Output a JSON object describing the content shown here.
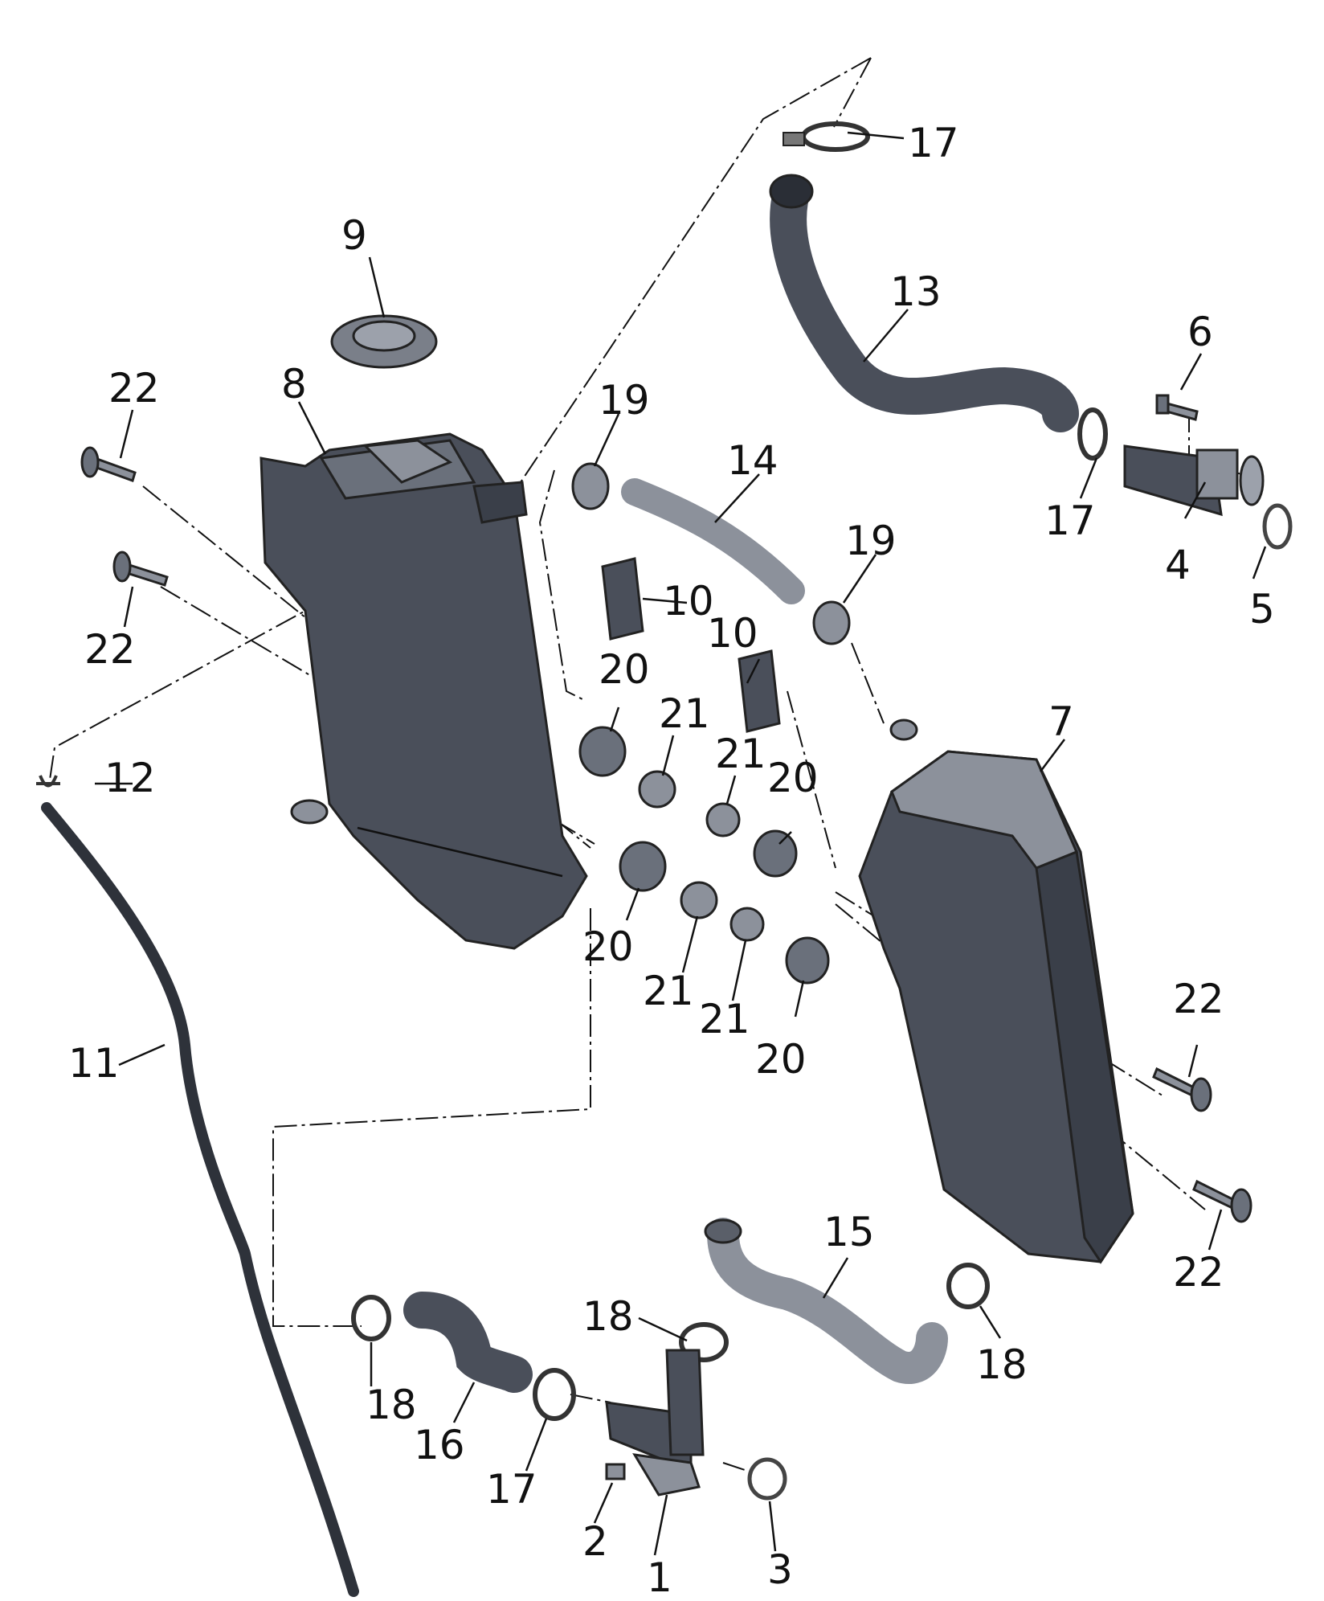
{
  "background_color": "#ffffff",
  "part_color": "#4a4f5a",
  "part_light": "#8c919b",
  "callouts": [
    {
      "id": "c17a",
      "text": "17"
    },
    {
      "id": "c9",
      "text": "9"
    },
    {
      "id": "c13",
      "text": "13"
    },
    {
      "id": "c6",
      "text": "6"
    },
    {
      "id": "c22a",
      "text": "22"
    },
    {
      "id": "c8",
      "text": "8"
    },
    {
      "id": "c19a",
      "text": "19"
    },
    {
      "id": "c14",
      "text": "14"
    },
    {
      "id": "c17b",
      "text": "17"
    },
    {
      "id": "c4",
      "text": "4"
    },
    {
      "id": "c5",
      "text": "5"
    },
    {
      "id": "c19b",
      "text": "19"
    },
    {
      "id": "c10a",
      "text": "10"
    },
    {
      "id": "c10b",
      "text": "10"
    },
    {
      "id": "c22b",
      "text": "22"
    },
    {
      "id": "c20a",
      "text": "20"
    },
    {
      "id": "c21a",
      "text": "21"
    },
    {
      "id": "c7",
      "text": "7"
    },
    {
      "id": "c12",
      "text": "12"
    },
    {
      "id": "c21b",
      "text": "21"
    },
    {
      "id": "c20b",
      "text": "20"
    },
    {
      "id": "c20c",
      "text": "20"
    },
    {
      "id": "c21c",
      "text": "21"
    },
    {
      "id": "c21d",
      "text": "21"
    },
    {
      "id": "c22c",
      "text": "22"
    },
    {
      "id": "c20d",
      "text": "20"
    },
    {
      "id": "c11",
      "text": "11"
    },
    {
      "id": "c15",
      "text": "15"
    },
    {
      "id": "c22d",
      "text": "22"
    },
    {
      "id": "c18a",
      "text": "18"
    },
    {
      "id": "c18b",
      "text": "18"
    },
    {
      "id": "c18c",
      "text": "18"
    },
    {
      "id": "c16",
      "text": "16"
    },
    {
      "id": "c17c",
      "text": "17"
    },
    {
      "id": "c2",
      "text": "2"
    },
    {
      "id": "c1",
      "text": "1"
    },
    {
      "id": "c3",
      "text": "3"
    }
  ]
}
